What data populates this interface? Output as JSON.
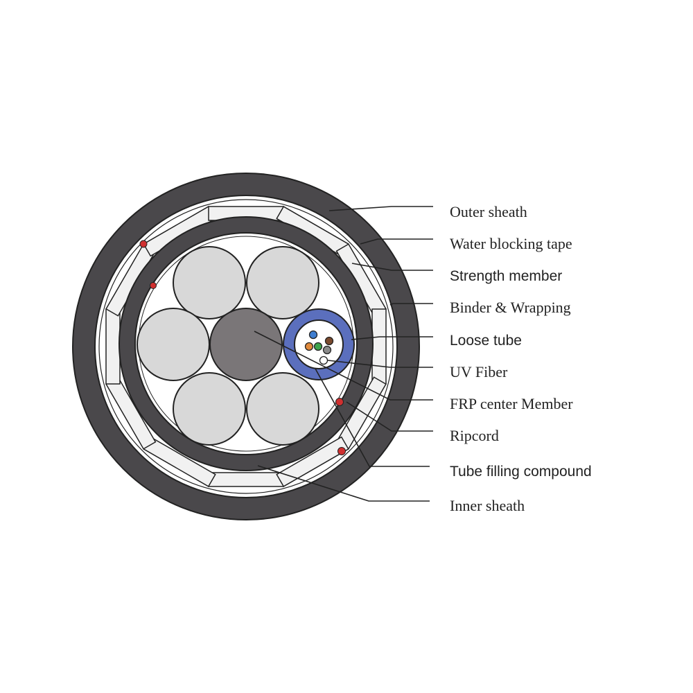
{
  "title": "Optical fiber cable cross-section",
  "colors": {
    "sheath": "#4a484b",
    "tube_gray": "#d8d8d8",
    "frp": "#7a7678",
    "loose_tube": "#5b6fbd",
    "ripcord": "#d03030",
    "tape": "#f1f1f1"
  },
  "fibers": [
    "#3f7ed0",
    "#7a4a2e",
    "#e08a3c",
    "#3fa34d",
    "#8a8a8a",
    "#ffffff"
  ],
  "labels": [
    {
      "text": "Outer sheath",
      "style": "serif"
    },
    {
      "text": "Water blocking tape",
      "style": "serif"
    },
    {
      "text": "Strength member",
      "style": "sans"
    },
    {
      "text": "Binder & Wrapping",
      "style": "serif"
    },
    {
      "text": "Loose tube",
      "style": "sans"
    },
    {
      "text": "UV Fiber",
      "style": "serif"
    },
    {
      "text": "FRP center Member",
      "style": "serif"
    },
    {
      "text": "Ripcord",
      "style": "serif"
    },
    {
      "text": "Tube filling compound",
      "style": "sans"
    },
    {
      "text": "Inner sheath",
      "style": "serif"
    }
  ]
}
